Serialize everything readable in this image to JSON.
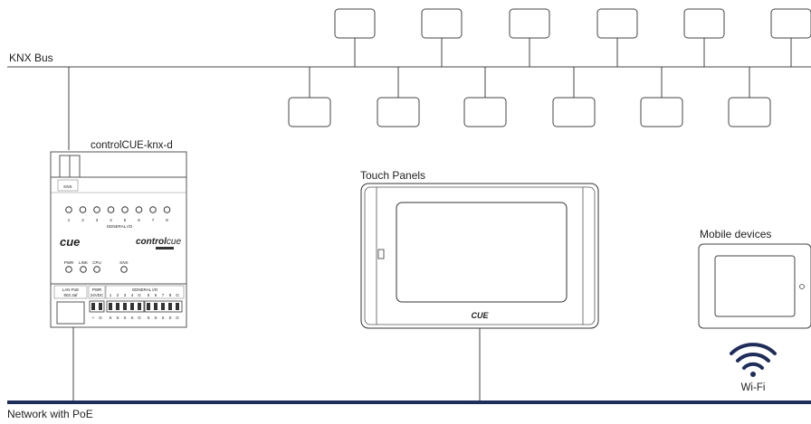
{
  "labels": {
    "knx_bus": "KNX Bus",
    "controller": "controlCUE-knx-d",
    "touch_panels": "Touch Panels",
    "mobile_devices": "Mobile devices",
    "wifi": "Wi-Fi",
    "network": "Network with PoE"
  },
  "device": {
    "knx_port": "KNX",
    "led_numbers": [
      "1",
      "2",
      "3",
      "4",
      "5",
      "6",
      "7",
      "8"
    ],
    "general_io_top": "GENERAL I/O",
    "brand_left": "cue",
    "brand_right_a": "control",
    "brand_right_b": "cue",
    "status_leds": [
      "PWR",
      "LINK",
      "CPU",
      "KNX"
    ],
    "lan_label_1": "LAN PoE",
    "lan_label_2": "802.3af",
    "pwr_label_1": "PWR",
    "pwr_label_2": "24VDC",
    "io_header": "GENERAL I/O",
    "io_numbers": [
      "1",
      "2",
      "3",
      "4",
      "G",
      "5",
      "6",
      "7",
      "8",
      "G"
    ],
    "pwr_pins": [
      "+",
      "G"
    ],
    "io_pins": [
      "S",
      "S",
      "S",
      "S",
      "G",
      "S",
      "S",
      "S",
      "S",
      "G"
    ]
  },
  "touch_panel": {
    "logo": "CUE"
  },
  "colors": {
    "network_line": "#1f2d5a",
    "line": "#444444"
  }
}
